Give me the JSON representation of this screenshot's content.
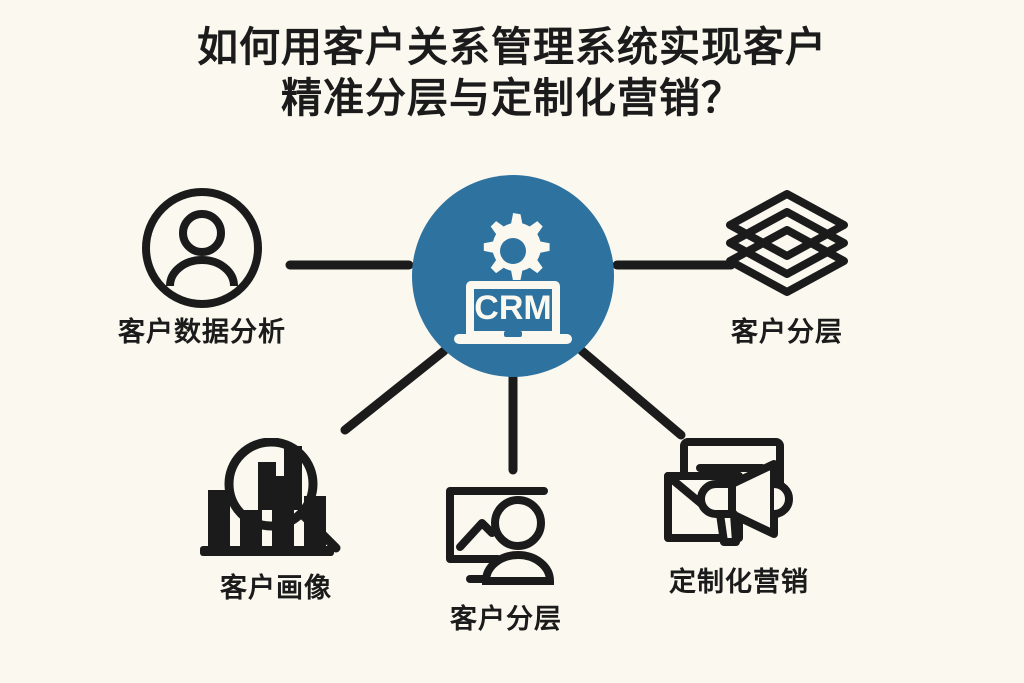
{
  "background_color": "#FAF8EF",
  "accent_color": "#2E72A0",
  "ink_color": "#1B1B1B",
  "title": {
    "line1": "如何用客户关系管理系统实现客户",
    "line2": "精准分层与定制化营销？",
    "full": "如何用客户关系管理系统实现客户精准分层与定制化营销？"
  },
  "hub": {
    "label": "CRM",
    "icon": "gear-laptop-icon",
    "shape": "circle",
    "color": "#2E72A0"
  },
  "nodes": [
    {
      "id": "customer-data-analysis",
      "label": "客户数据分析",
      "icon": "user-avatar-circle-icon",
      "position": "top-left"
    },
    {
      "id": "customer-segmentation-top",
      "label": "客户分层",
      "icon": "layers-stack-icon",
      "position": "top-right"
    },
    {
      "id": "customer-profile",
      "label": "客户画像",
      "icon": "bar-chart-magnifier-icon",
      "position": "bottom-left"
    },
    {
      "id": "customer-layering-bottom",
      "label": "客户分层",
      "icon": "chart-person-icon",
      "position": "bottom-center"
    },
    {
      "id": "customized-marketing",
      "label": "定制化营销",
      "icon": "envelope-megaphone-icon",
      "position": "bottom-right"
    }
  ],
  "connectors": [
    {
      "from": "hub",
      "to": "customer-data-analysis",
      "style": "straight-line"
    },
    {
      "from": "hub",
      "to": "customer-segmentation-top",
      "style": "straight-line"
    },
    {
      "from": "hub",
      "to": "customer-profile",
      "style": "straight-line"
    },
    {
      "from": "hub",
      "to": "customer-layering-bottom",
      "style": "straight-line"
    },
    {
      "from": "hub",
      "to": "customized-marketing",
      "style": "straight-line"
    }
  ]
}
